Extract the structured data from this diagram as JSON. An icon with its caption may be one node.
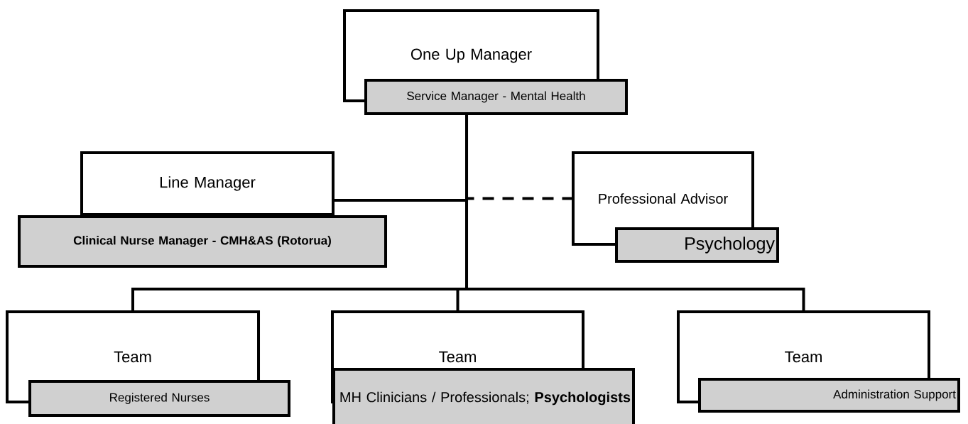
{
  "diagram": {
    "nodes": [
      {
        "text": [
          "One Up Manager"
        ]
      },
      {
        "text": [
          "Service Manager - Mental Health"
        ]
      },
      {
        "text": [
          "Line Manager"
        ]
      },
      {
        "text": [
          "Clinical Nurse Manager - CMH&AS (Rotorua)"
        ]
      },
      {
        "text": [
          "Professional Advisor"
        ]
      },
      {
        "text": [
          "Psychology"
        ]
      },
      {
        "text": [
          "Team"
        ]
      },
      {
        "text": [
          "Registered Nurses"
        ]
      },
      {
        "text": [
          "Team"
        ]
      },
      {
        "text": [
          "MH Clinicians / Professionals; **Psychologists**"
        ]
      },
      {
        "text": [
          "Team"
        ]
      },
      {
        "text": [
          "Administration Support"
        ]
      }
    ],
    "edges": [
      {
        "from": 1,
        "to": 2,
        "arrow": "none"
      },
      {
        "from": 1,
        "to": 4,
        "arrow": "none",
        "style": "dashed"
      },
      {
        "from": 1,
        "to": 6,
        "arrow": "none"
      },
      {
        "from": 1,
        "to": 8,
        "arrow": "none"
      },
      {
        "from": 1,
        "to": 10,
        "arrow": "none"
      }
    ]
  }
}
